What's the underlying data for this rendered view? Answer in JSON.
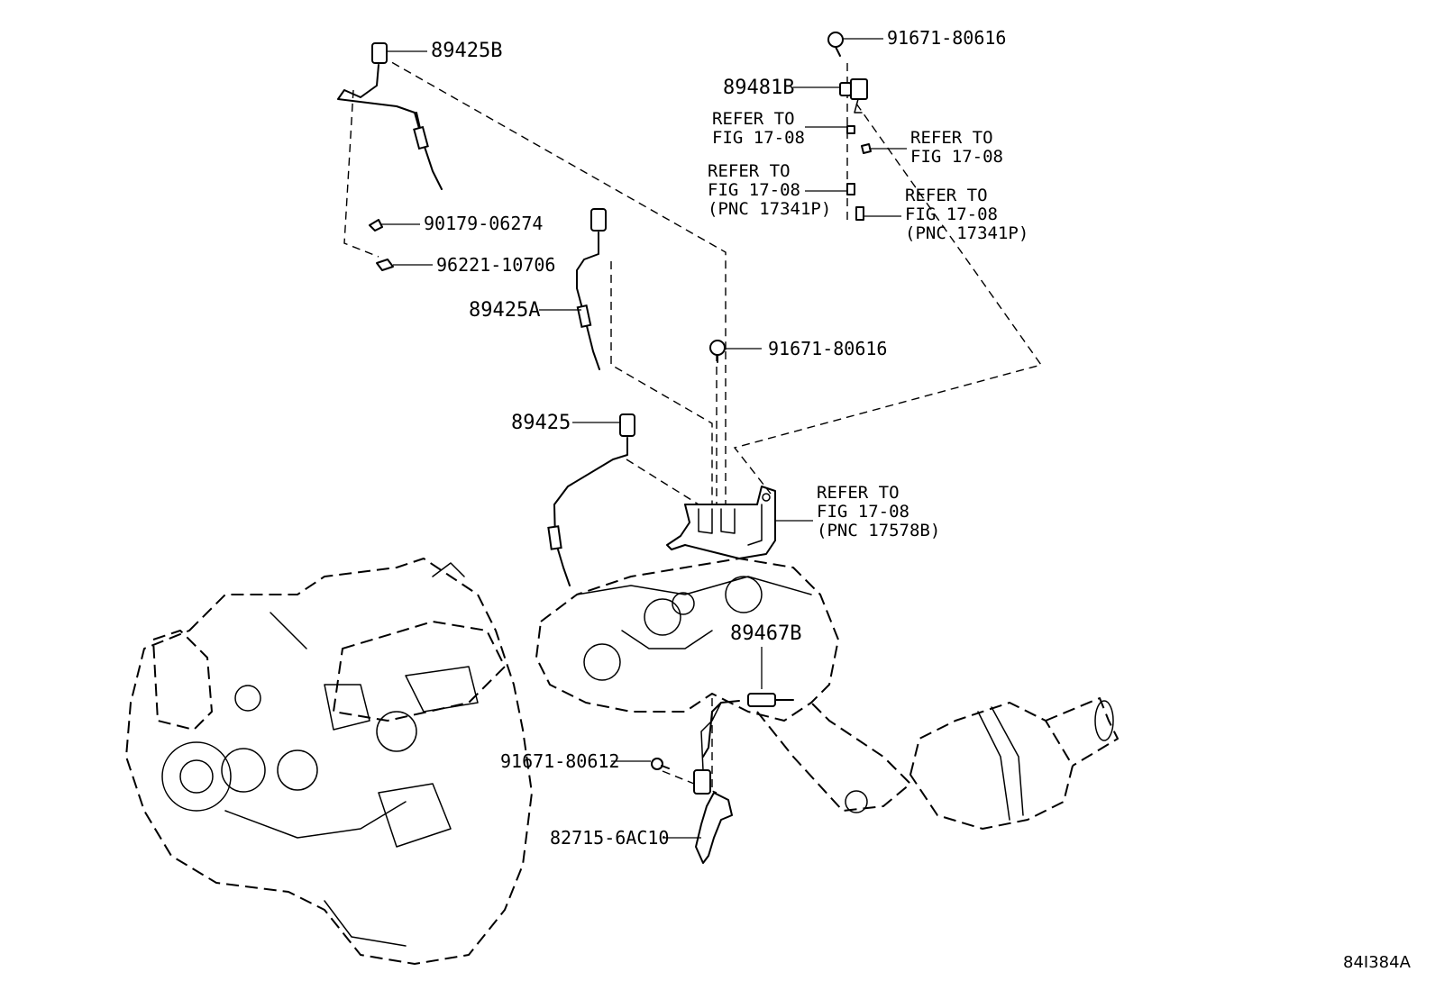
{
  "diagram_id": "84I384A",
  "parts": {
    "p89425B": "89425B",
    "p91671_80616_top": "91671-80616",
    "p89481B": "89481B",
    "p90179_06274": "90179-06274",
    "p96221_10706": "96221-10706",
    "p89425A": "89425A",
    "p91671_80616_mid": "91671-80616",
    "p89425": "89425",
    "p89467B": "89467B",
    "p91671_80612": "91671-80612",
    "p82715_6AC10": "82715-6AC10"
  },
  "refs": {
    "ref1": {
      "line1": "REFER TO",
      "line2": "FIG 17-08"
    },
    "ref2": {
      "line1": "REFER TO",
      "line2": "FIG 17-08"
    },
    "ref3": {
      "line1": "REFER TO",
      "line2": "FIG 17-08",
      "line3": "(PNC 17341P)"
    },
    "ref4": {
      "line1": "REFER TO",
      "line2": "FIG 17-08",
      "line3": "(PNC 17341P)"
    },
    "ref5": {
      "line1": "REFER TO",
      "line2": "FIG 17-08",
      "line3": "(PNC 17578B)"
    }
  }
}
